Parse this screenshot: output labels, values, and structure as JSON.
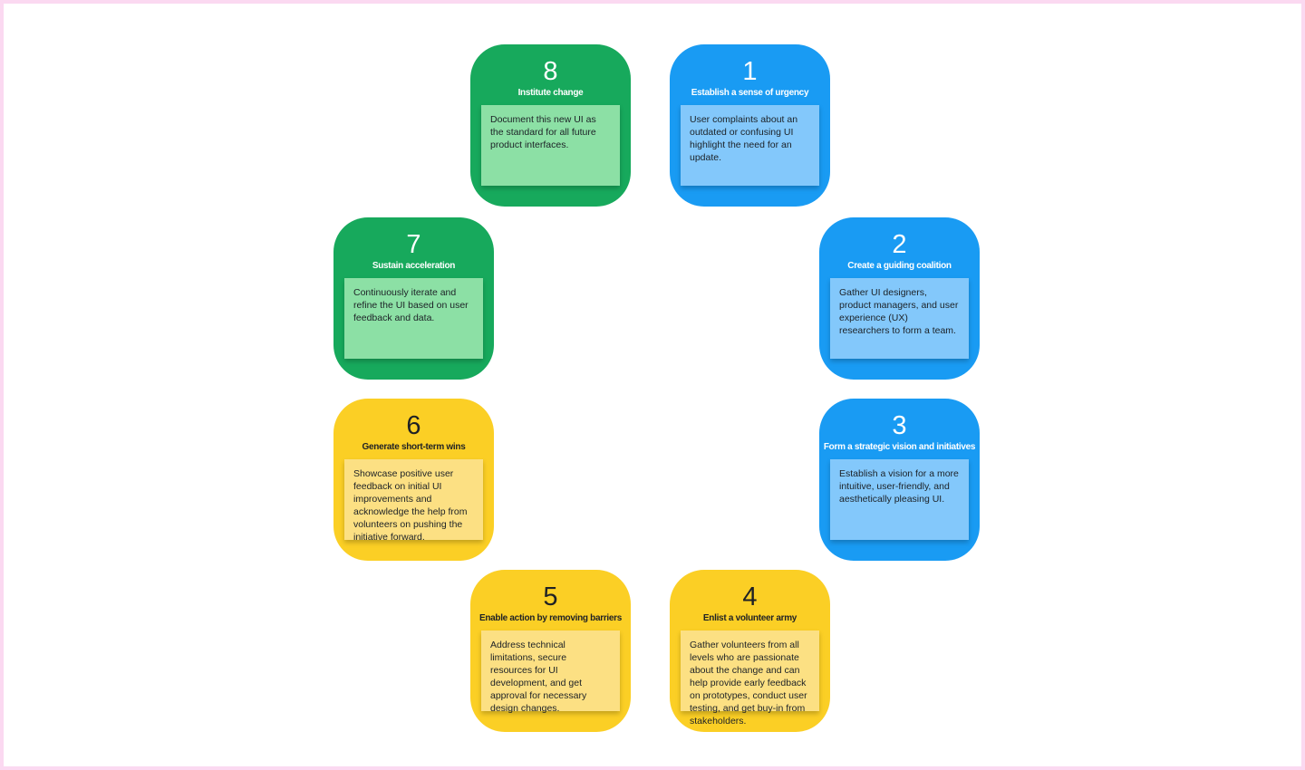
{
  "page": {
    "background_color": "#ffffff",
    "border_color": "#fbd9f1"
  },
  "palette": {
    "green_card": "#17a95c",
    "green_note": "#8ce0a5",
    "blue_card": "#199bf3",
    "blue_note": "#83c8fb",
    "yellow_card": "#fbcf25",
    "yellow_note": "#fce083",
    "light_text": "#ffffff",
    "dark_text": "#1f2125"
  },
  "steps": [
    {
      "number": "1",
      "title": "Establish a sense of urgency",
      "description": "User complaints about an outdated or confusing UI highlight the need for an update.",
      "color": "blue"
    },
    {
      "number": "2",
      "title": "Create a guiding coalition",
      "description": "Gather UI designers, product managers, and user experience (UX) researchers to form a team.",
      "color": "blue"
    },
    {
      "number": "3",
      "title": "Form a strategic vision and initiatives",
      "description": "Establish a vision for a more intuitive, user-friendly, and aesthetically pleasing UI.",
      "color": "blue"
    },
    {
      "number": "4",
      "title": "Enlist a volunteer army",
      "description": "Gather volunteers from all levels who are passionate about the change and can help provide early feedback on prototypes, conduct user testing, and get buy-in from stakeholders.",
      "color": "yellow"
    },
    {
      "number": "5",
      "title": "Enable action by removing barriers",
      "description": "Address technical limitations, secure resources for UI development, and get approval for necessary design changes.",
      "color": "yellow"
    },
    {
      "number": "6",
      "title": "Generate short-term wins",
      "description": "Showcase positive user feedback on initial UI improvements and acknowledge the help from volunteers on pushing the initiative forward.",
      "color": "yellow"
    },
    {
      "number": "7",
      "title": "Sustain acceleration",
      "description": "Continuously iterate and refine the UI based on user feedback and data.",
      "color": "green"
    },
    {
      "number": "8",
      "title": "Institute change",
      "description": "Document this new UI as the standard for all future product interfaces.",
      "color": "green"
    }
  ]
}
